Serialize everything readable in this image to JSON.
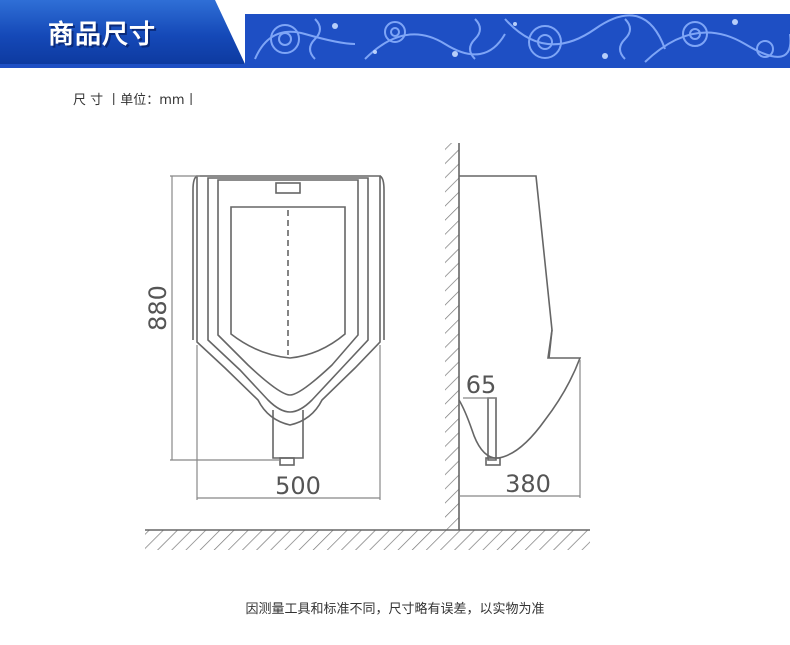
{
  "header": {
    "title": "商品尺寸",
    "accent_color": "#1e4fc4"
  },
  "unit_label": "尺 寸 丨单位：mm丨",
  "dimensions": {
    "height": "880",
    "width": "500",
    "depth": "380",
    "outlet_offset": "65"
  },
  "footer_note": "因测量工具和标准不同，尺寸略有误差，以实物为准"
}
